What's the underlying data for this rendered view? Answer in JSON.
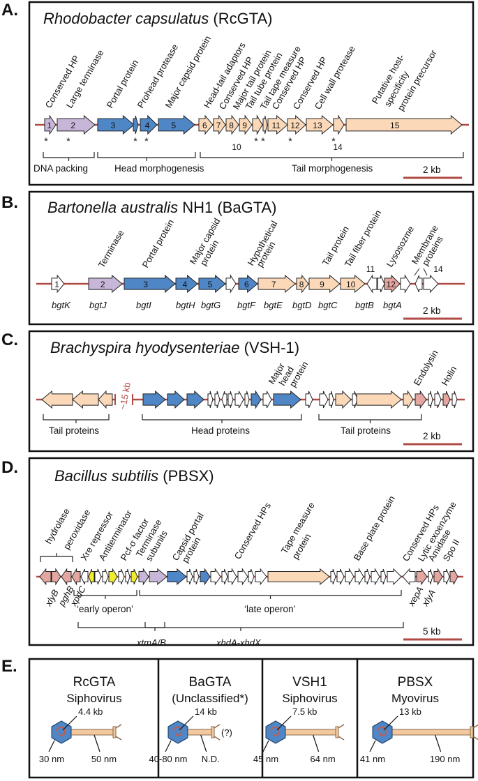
{
  "colors": {
    "backbone": "#b04a44",
    "purple": "#c8b6d8",
    "blue": "#4f86c6",
    "peach": "#fbd9b8",
    "white": "#ffffff",
    "pink": "#e3a6a0",
    "yellow": "#f0ee2a",
    "scale": "#b04a44",
    "capsid": "#4f86c6",
    "tail": "#f3c89e"
  },
  "panels": {
    "A": {
      "letter": "A.",
      "title_italic": "Rhodobacter capsulatus",
      "title_plain": " (RcGTA)",
      "labels": [
        "Conserved HP",
        "Large terminase",
        "Portal protein",
        "Prohead protease",
        "Major capsid protein",
        "Head-tail adaptors",
        "Conserved HP",
        "Major tail protein",
        "Tail tube protein",
        "Tail tape measure",
        "Conserved HP",
        "Conserved HP",
        "Cell wall protease",
        "Putative host-",
        "specificity",
        "protein precursor"
      ],
      "genes": [
        "1",
        "2",
        "3",
        "4",
        "5",
        "6",
        "7",
        "8",
        "9",
        "11",
        "12",
        "13",
        "15"
      ],
      "below": [
        "10",
        "14"
      ],
      "groups": [
        "DNA packing",
        "Head morphogenesis",
        "Tail morphogenesis"
      ],
      "scale": "2 kb",
      "star": "*"
    },
    "B": {
      "letter": "B.",
      "title_italic": "Bartonella australis",
      "title_plain": " NH1 (BaGTA)",
      "labels": [
        "Terminase",
        "Portal protein",
        "Major capsid",
        "protein",
        "Hypothetical",
        "protein",
        "Tail protein",
        "Tail fiber protein",
        "Lysosozme",
        "Membrane",
        "proteins"
      ],
      "genes": [
        "1",
        "2",
        "3",
        "4",
        "5",
        "6",
        "7",
        "8",
        "9",
        "10",
        "11",
        "12",
        "14"
      ],
      "gene_names": [
        "bgtK",
        "bgtJ",
        "bgtI",
        "bgtH",
        "bgtG",
        "bgtF",
        "bgtE",
        "bgtD",
        "bgtC",
        "bgtB",
        "bgtA"
      ],
      "scale": "2 kb"
    },
    "C": {
      "letter": "C.",
      "title_italic": "Brachyspira hyodysenteriae",
      "title_plain": " (VSH-1)",
      "labels": [
        "Major",
        "head",
        "protein",
        "Endolysin",
        "Holin"
      ],
      "gap": "~15 kb",
      "groups": [
        "Tail proteins",
        "Head proteins",
        "Tail proteins"
      ],
      "scale": "2 kb"
    },
    "D": {
      "letter": "D.",
      "title_italic": "Bacillus subtilis",
      "title_plain": " (PBSX)",
      "labels": [
        "hydrolase",
        "peroxidase",
        "Xre repressor",
        "Antiterminator",
        "Pcf-σ factor",
        "Terminase",
        "subunits",
        "Capsid portal",
        "protein",
        "Conserved HPs",
        "Tape measure",
        "protein",
        "Base plate protein",
        "Conserved HPs",
        "Lytic exoenzyme",
        "Amidase",
        "Spo II"
      ],
      "gene_names": [
        "xlyB",
        "pghB",
        "xpdC",
        "xepA",
        "xlyA"
      ],
      "operons": [
        "‘early operon’",
        "‘late operon’"
      ],
      "groups": [
        "xtmA/B",
        "xhdA-xhdX"
      ],
      "scale": "5 kb"
    },
    "E": {
      "letter": "E.",
      "cells": [
        {
          "name": "RcGTA",
          "type": "Siphovirus",
          "genome": "4.4 kb",
          "head": "30 nm",
          "tail": "50 nm",
          "note": ""
        },
        {
          "name": "BaGTA",
          "type": "(Unclassified*)",
          "genome": "14 kb",
          "head": "40-80 nm",
          "tail": "N.D.",
          "note": "(?)"
        },
        {
          "name": "VSH1",
          "type": "Siphovirus",
          "genome": "7.5 kb",
          "head": "45 nm",
          "tail": "64 nm",
          "note": ""
        },
        {
          "name": "PBSX",
          "type": "Myovirus",
          "genome": "13 kb",
          "head": "41 nm",
          "tail": "190 nm",
          "note": ""
        }
      ]
    }
  }
}
